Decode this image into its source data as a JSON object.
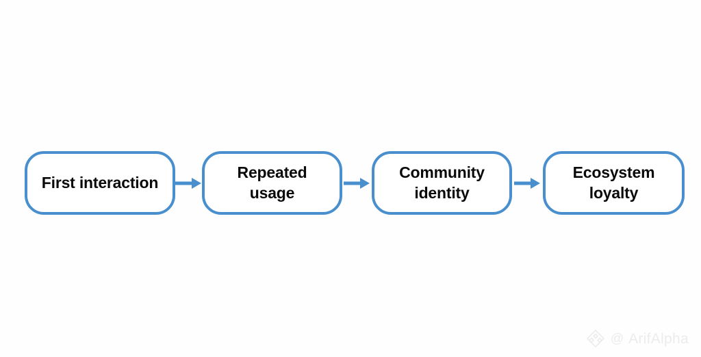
{
  "diagram": {
    "type": "flow",
    "title": "",
    "orientation": "horizontal",
    "background_color": "#ffffff",
    "node_border_color": "#4a8fcd",
    "node_fill_color": "#ffffff",
    "node_text_color": "#0a0a0a",
    "arrow_color": "#4a8fcd",
    "nodes": [
      {
        "id": "node-1",
        "label": "First interaction",
        "shape": "rounded-rectangle"
      },
      {
        "id": "node-2",
        "label": "Repeated\nusage",
        "shape": "rounded-rectangle"
      },
      {
        "id": "node-3",
        "label": "Community\nidentity",
        "shape": "rounded-rectangle"
      },
      {
        "id": "node-4",
        "label": "Ecosystem\nloyalty",
        "shape": "rounded-rectangle"
      }
    ],
    "connectors": [
      {
        "id": "arrow-1",
        "from": "node-1",
        "to": "node-2",
        "style": "solid-arrow"
      },
      {
        "id": "arrow-2",
        "from": "node-2",
        "to": "node-3",
        "style": "solid-arrow"
      },
      {
        "id": "arrow-3",
        "from": "node-3",
        "to": "node-4",
        "style": "solid-arrow"
      }
    ]
  },
  "watermark": {
    "handle": "ArifAlpha",
    "at_symbol": "@",
    "logo_icon": "diamond-logo-icon",
    "color": "#ececec"
  }
}
